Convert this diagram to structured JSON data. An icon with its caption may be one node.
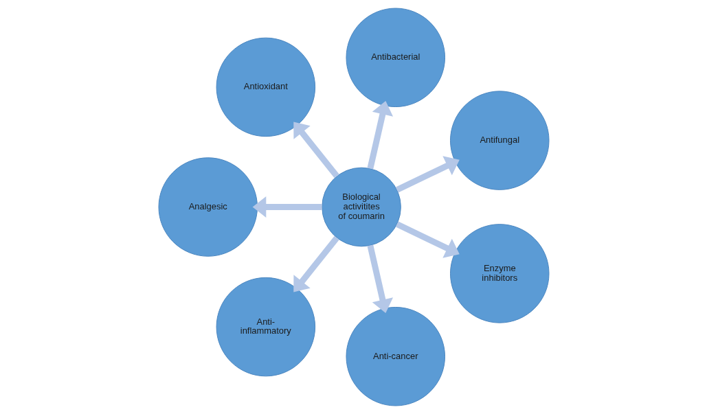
{
  "diagram": {
    "nodes": [
      {
        "text": [
          "Biological activitites of coumarin"
        ]
      },
      {
        "text": [
          "Antifungal"
        ]
      },
      {
        "text": [
          "Antibacterial"
        ]
      },
      {
        "text": [
          "Antioxidant"
        ]
      },
      {
        "text": [
          "Analgesic"
        ]
      },
      {
        "text": [
          "Anti- inflammatory"
        ]
      },
      {
        "text": [
          "Anti-cancer"
        ]
      },
      {
        "text": [
          "Enzyme inhibitors"
        ]
      }
    ],
    "edges": [
      {
        "from": 0,
        "to": 1,
        "arrow": "to"
      },
      {
        "from": 0,
        "to": 2,
        "arrow": "to"
      },
      {
        "from": 0,
        "to": 3,
        "arrow": "to"
      },
      {
        "from": 0,
        "to": 4,
        "arrow": "to"
      },
      {
        "from": 0,
        "to": 5,
        "arrow": "to"
      },
      {
        "from": 0,
        "to": 6,
        "arrow": "to"
      },
      {
        "from": 0,
        "to": 7,
        "arrow": "to"
      }
    ]
  }
}
